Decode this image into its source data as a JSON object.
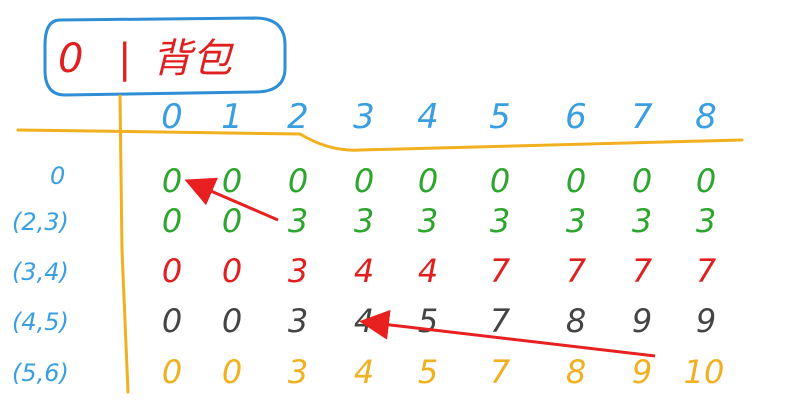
{
  "title": {
    "left": "0",
    "sep": "|",
    "right": "背包"
  },
  "columns": [
    "0",
    "1",
    "2",
    "3",
    "4",
    "5",
    "6",
    "7",
    "8"
  ],
  "rows": [
    {
      "label": "0",
      "color": "#2ea52e",
      "values": [
        "0",
        "0",
        "0",
        "0",
        "0",
        "0",
        "0",
        "0",
        "0"
      ]
    },
    {
      "label": "(2,3)",
      "color": "#2ea52e",
      "values": [
        "0",
        "0",
        "3",
        "3",
        "3",
        "3",
        "3",
        "3",
        "3"
      ]
    },
    {
      "label": "(3,4)",
      "color": "#e02020",
      "values": [
        "0",
        "0",
        "3",
        "4",
        "4",
        "7",
        "7",
        "7",
        "7"
      ]
    },
    {
      "label": "(4,5)",
      "color": "#444444",
      "values": [
        "0",
        "0",
        "3",
        "4",
        "5",
        "7",
        "8",
        "9",
        "9"
      ]
    },
    {
      "label": "(5,6)",
      "color": "#f0b020",
      "values": [
        "0",
        "0",
        "3",
        "4",
        "5",
        "7",
        "8",
        "9",
        "10"
      ]
    }
  ],
  "colors": {
    "title_box": "#2f8fd6",
    "title_text": "#e02020",
    "headers": "#3a9fe0",
    "axes": "#f0b020",
    "arrows": "#e82020"
  }
}
